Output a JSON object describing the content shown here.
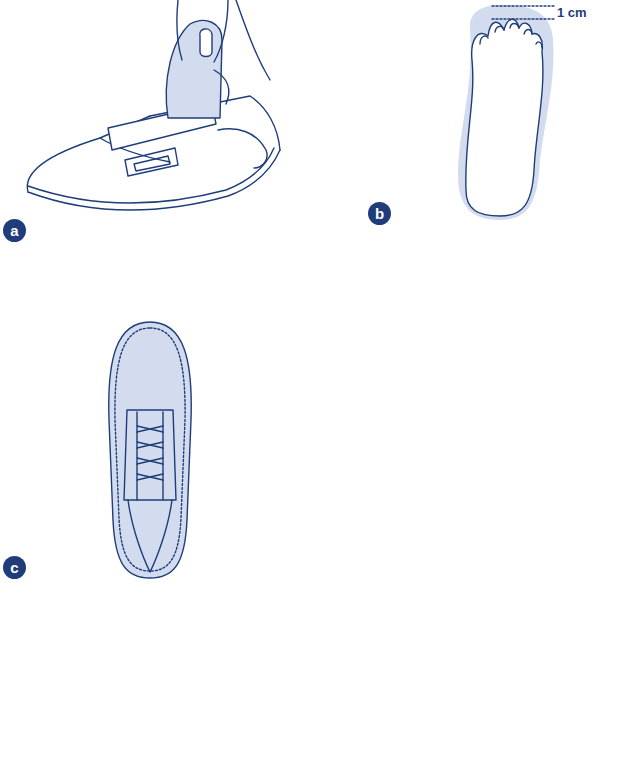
{
  "diagram": {
    "nodes": [
      {
        "text": [
          "a"
        ]
      },
      {
        "text": [
          "b"
        ]
      },
      {
        "text": [
          "c"
        ]
      }
    ],
    "labels": [
      "1 cm"
    ]
  }
}
